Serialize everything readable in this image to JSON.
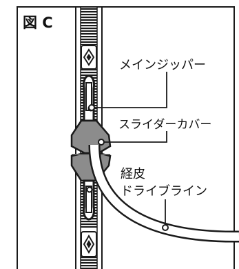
{
  "figure_label": "図 C",
  "labels": {
    "main_zipper": "メインジッパー",
    "slider_cover": "スライダーカバー",
    "drive_line_line1": "経皮",
    "drive_line_line2": "ドライブライン"
  },
  "colors": {
    "line": "#1a1a1a",
    "slider_gray": "#8c8c8c",
    "slider_dark": "#5f5f5f"
  }
}
